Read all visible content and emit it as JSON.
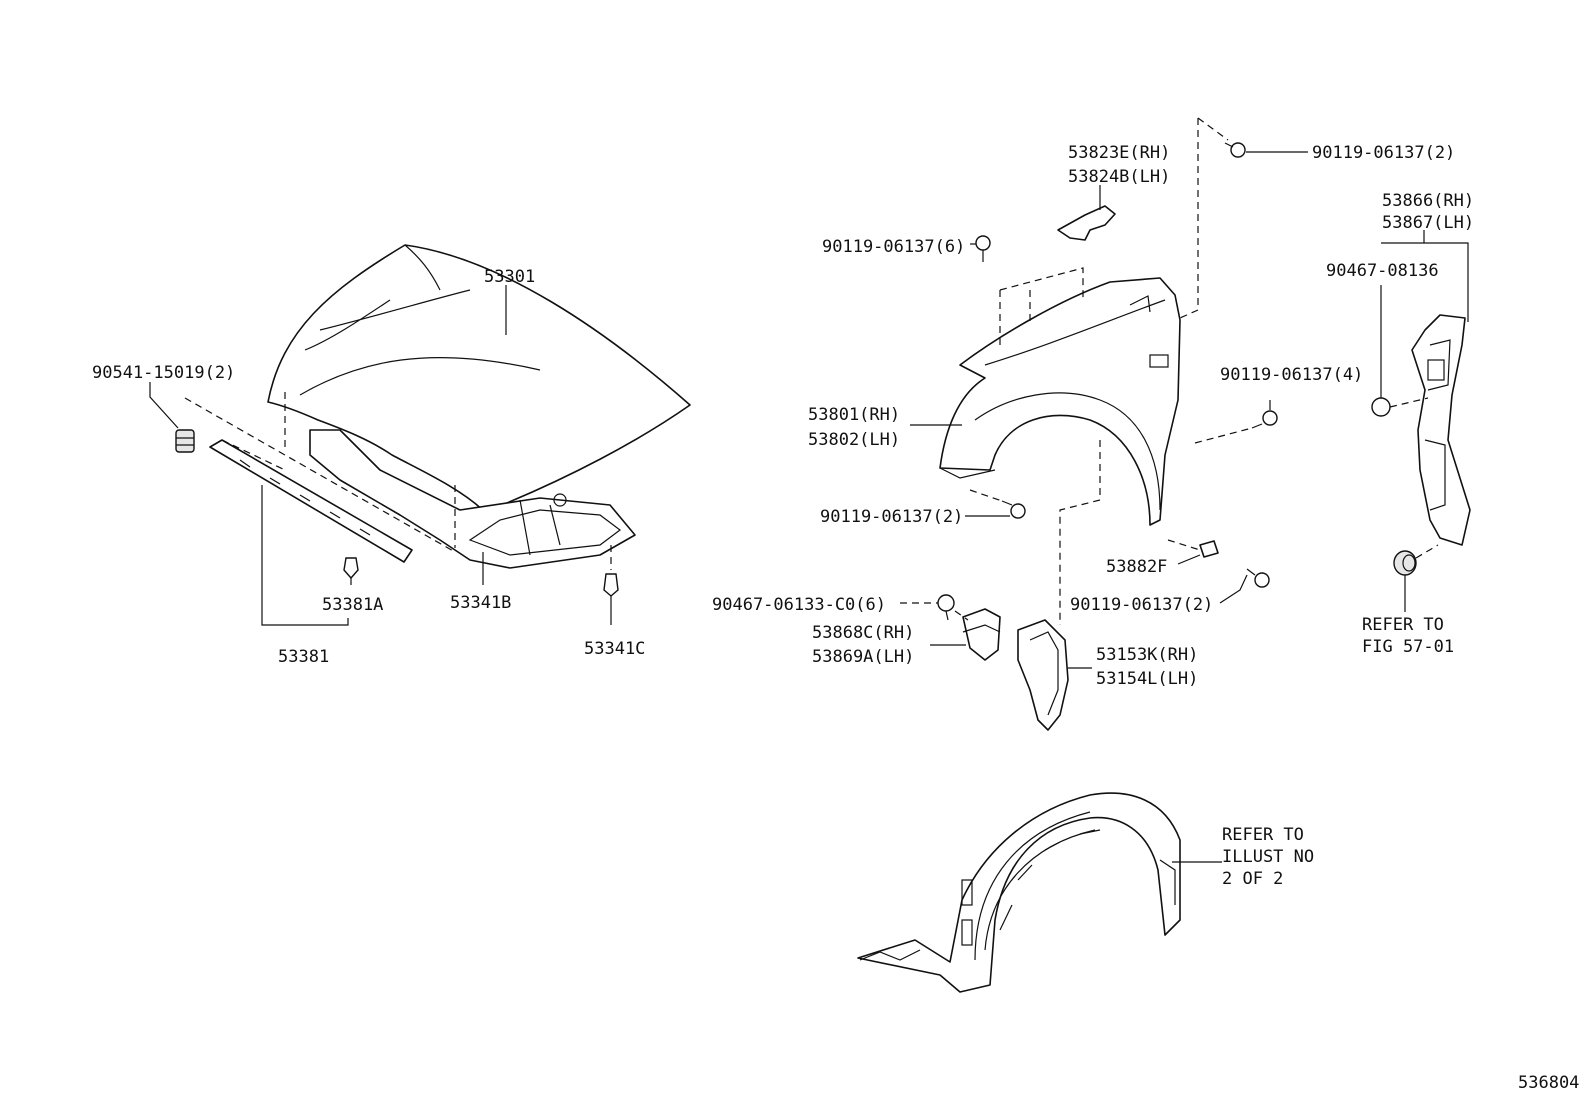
{
  "diagram": {
    "figure_number": "536804",
    "hood_group": {
      "hood": "53301",
      "hood_bumper": "90541-15019(2)",
      "seal_clip": "53381A",
      "hood_seal": "53381",
      "hood_insulator": "53341B",
      "insulator_retainer": "53341C"
    },
    "fender_group": {
      "fender_rh": "53801(RH)",
      "fender_lh": "53802(LH)",
      "bracket_rh": "53823E(RH)",
      "bracket_lh": "53824B(LH)",
      "bolt_top_right": "90119-06137(2)",
      "bolt_top_left": "90119-06137(6)",
      "bolt_side": "90119-06137(4)",
      "bolt_bottom_left": "90119-06137(2)",
      "bolt_bottom_right": "90119-06137(2)",
      "pad": "53882F",
      "clip_front": "90467-06133-C0(6)",
      "bracket2_rh": "53868C(RH)",
      "bracket2_lh": "53869A(LH)",
      "seal_rh": "53153K(RH)",
      "seal_lh": "53154L(LH)"
    },
    "side_group": {
      "panel_rh": "53866(RH)",
      "panel_lh": "53867(LH)",
      "clip": "90467-08136",
      "refer_line1": "REFER TO",
      "refer_line2": "FIG 57-01"
    },
    "liner_group": {
      "refer_line1": "REFER TO",
      "refer_line2": "ILLUST NO",
      "refer_line3": "2 OF 2"
    }
  }
}
